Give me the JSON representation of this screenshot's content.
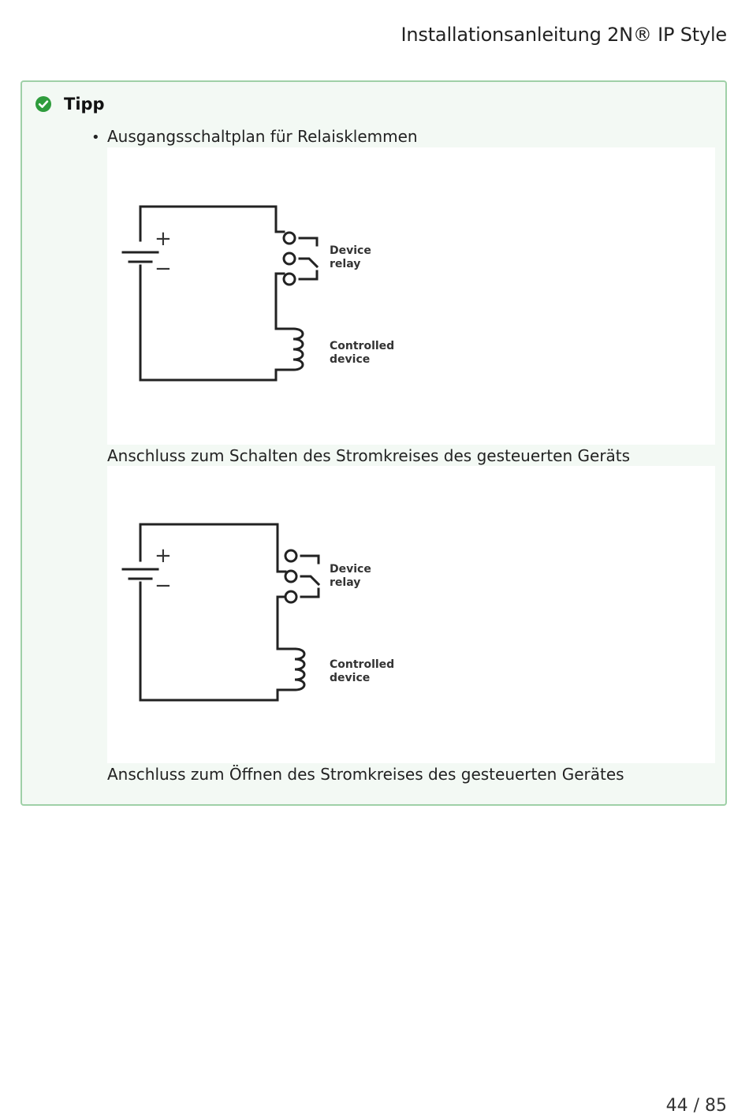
{
  "header": {
    "title": "Installationsanleitung 2N® IP Style"
  },
  "tip": {
    "title": "Tipp",
    "icon": "check-circle-icon",
    "accent_color": "#2e9c3c",
    "border_color": "#9fd0a7",
    "background_color": "#f3f9f4",
    "bullet_text": "Ausgangsschaltplan für Relaisklemmen",
    "figures": [
      {
        "labels": {
          "relay_line1": "Device",
          "relay_line2": "relay",
          "device_line1": "Controlled",
          "device_line2": "device",
          "plus": "+",
          "minus": "−"
        },
        "caption": "Anschluss zum Schalten des Stromkreises des gesteuerten Geräts"
      },
      {
        "labels": {
          "relay_line1": "Device",
          "relay_line2": "relay",
          "device_line1": "Controlled",
          "device_line2": "device",
          "plus": "+",
          "minus": "−"
        },
        "caption": "Anschluss zum Öffnen des Stromkreises des gesteuerten Gerätes"
      }
    ]
  },
  "footer": {
    "page": "44 / 85"
  }
}
